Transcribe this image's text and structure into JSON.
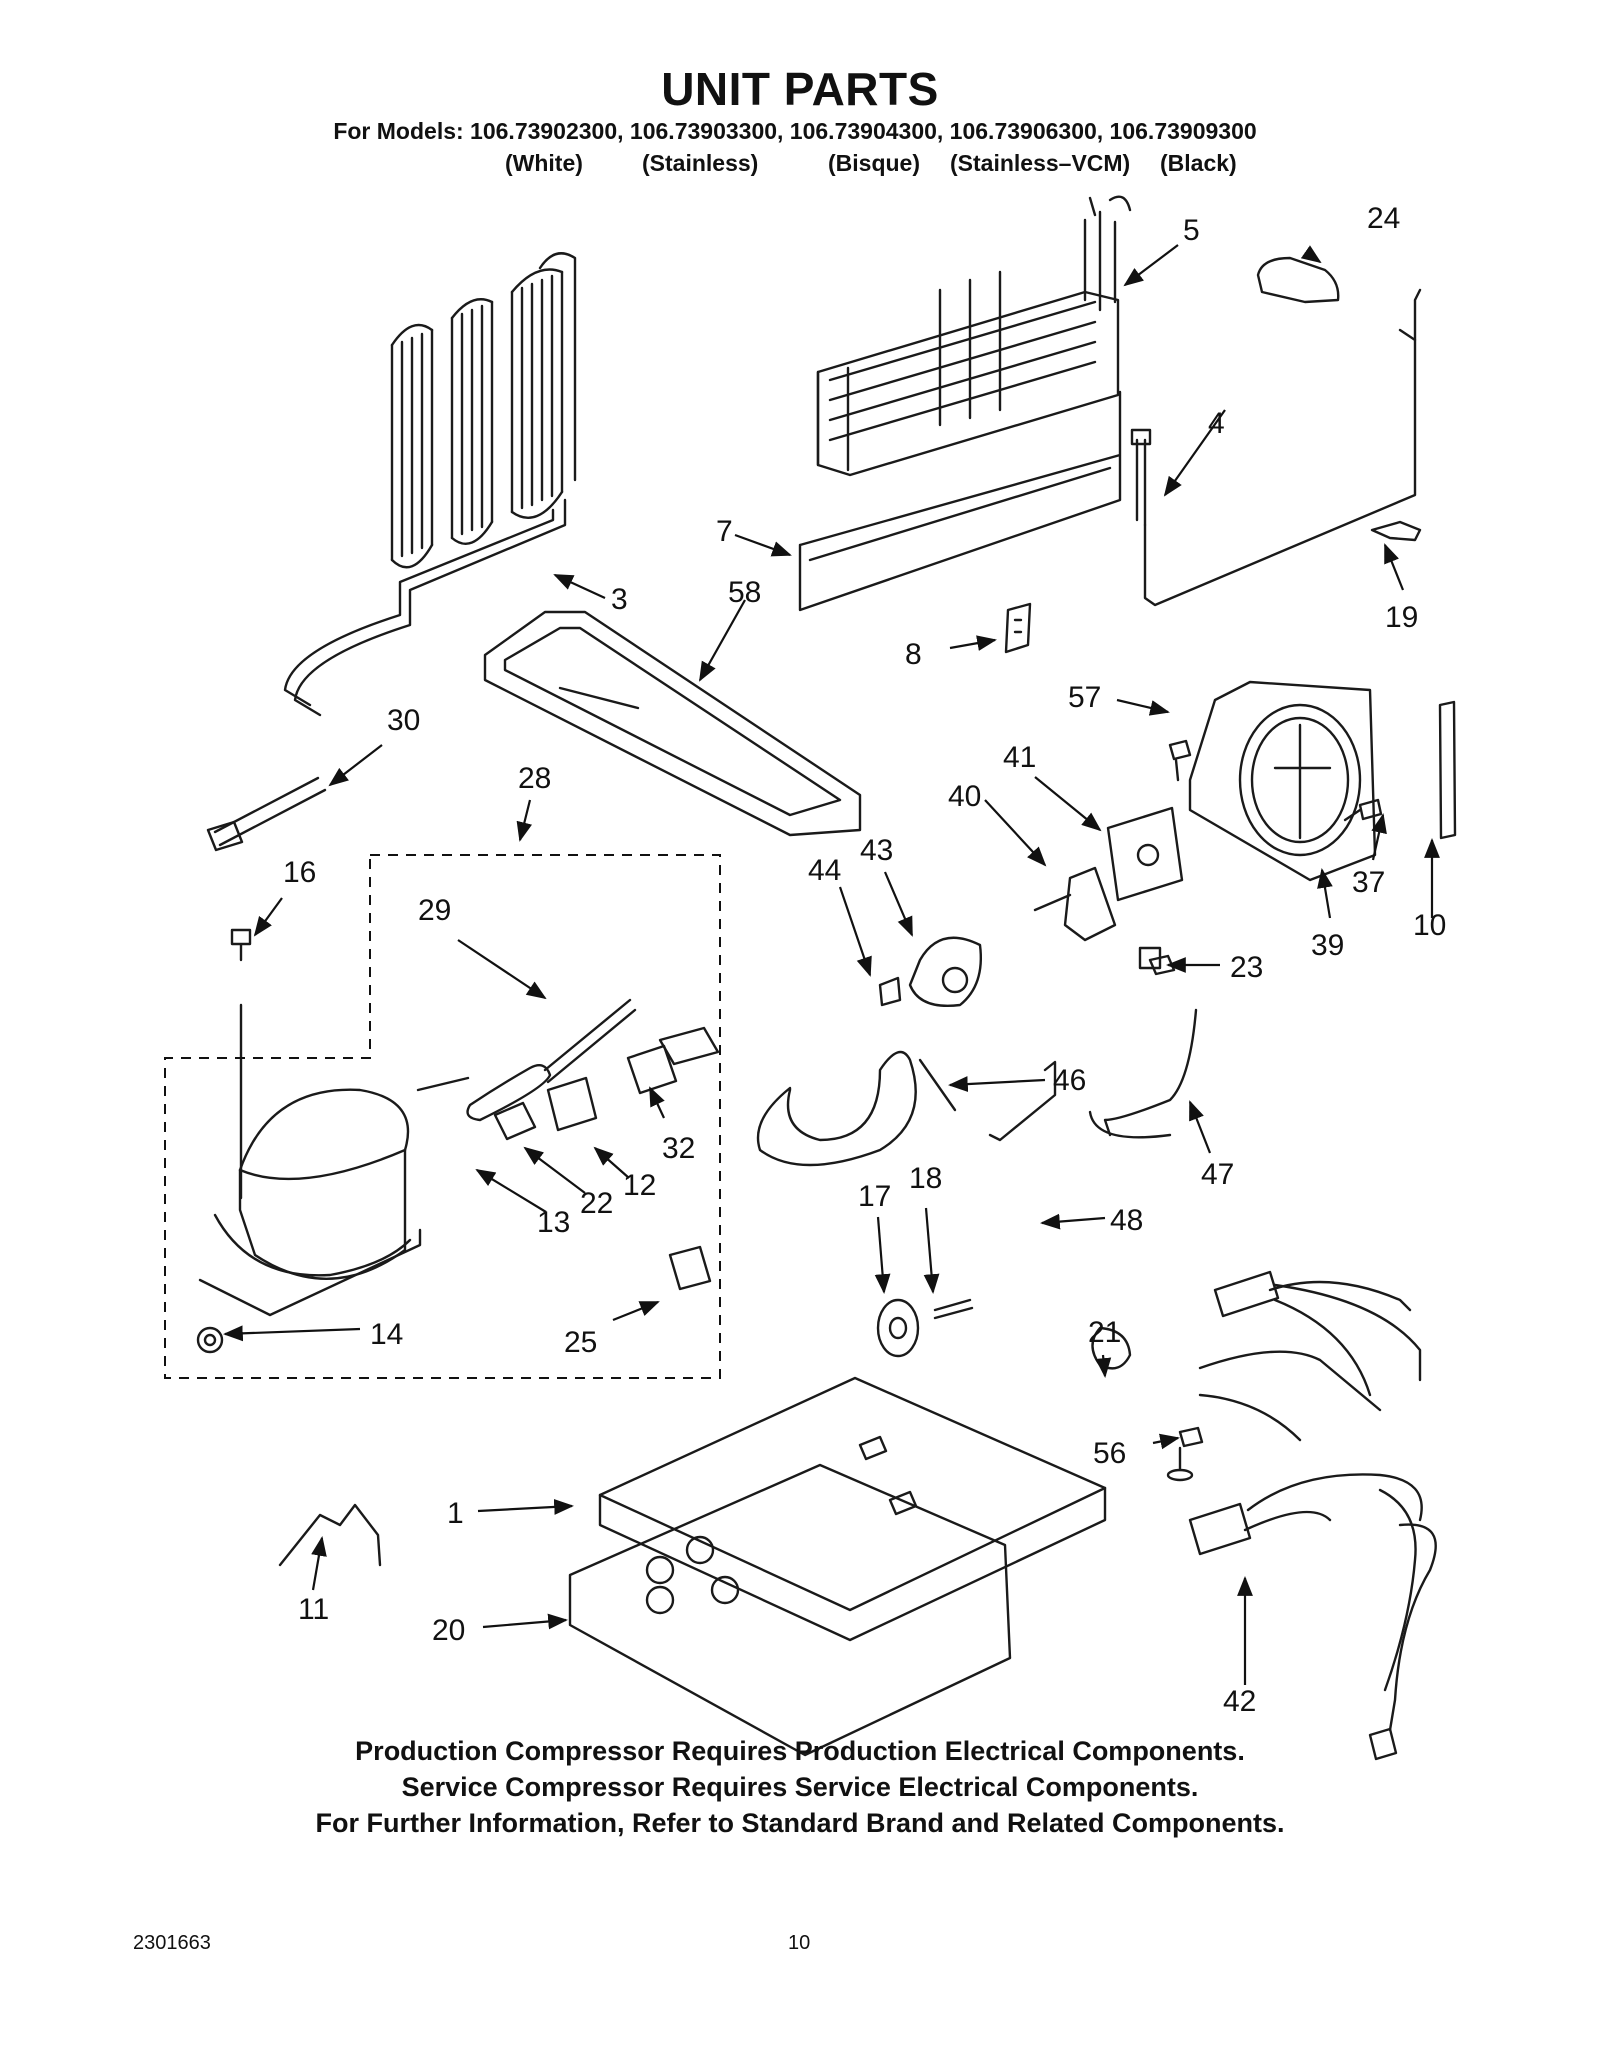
{
  "title": "UNIT PARTS",
  "models_line": "For Models: 106.73902300, 106.73903300, 106.73904300, 106.73906300, 106.73909300",
  "variants": [
    "(White)",
    "(Stainless)",
    "(Bisque)",
    "(Stainless–VCM)",
    "(Black)"
  ],
  "part_labels": [
    "5",
    "24",
    "4",
    "7",
    "3",
    "58",
    "19",
    "8",
    "57",
    "30",
    "41",
    "28",
    "40",
    "43",
    "44",
    "16",
    "37",
    "29",
    "10",
    "39",
    "23",
    "46",
    "32",
    "47",
    "12",
    "22",
    "13",
    "17",
    "18",
    "48",
    "14",
    "25",
    "21",
    "56",
    "1",
    "11",
    "20",
    "42"
  ],
  "notes": [
    "Production Compressor Requires Production Electrical Components.",
    "Service Compressor Requires Service Electrical Components.",
    "For Further Information, Refer to Standard Brand and Related Components."
  ],
  "footer": {
    "doc_number": "2301663",
    "page_number": "10"
  }
}
